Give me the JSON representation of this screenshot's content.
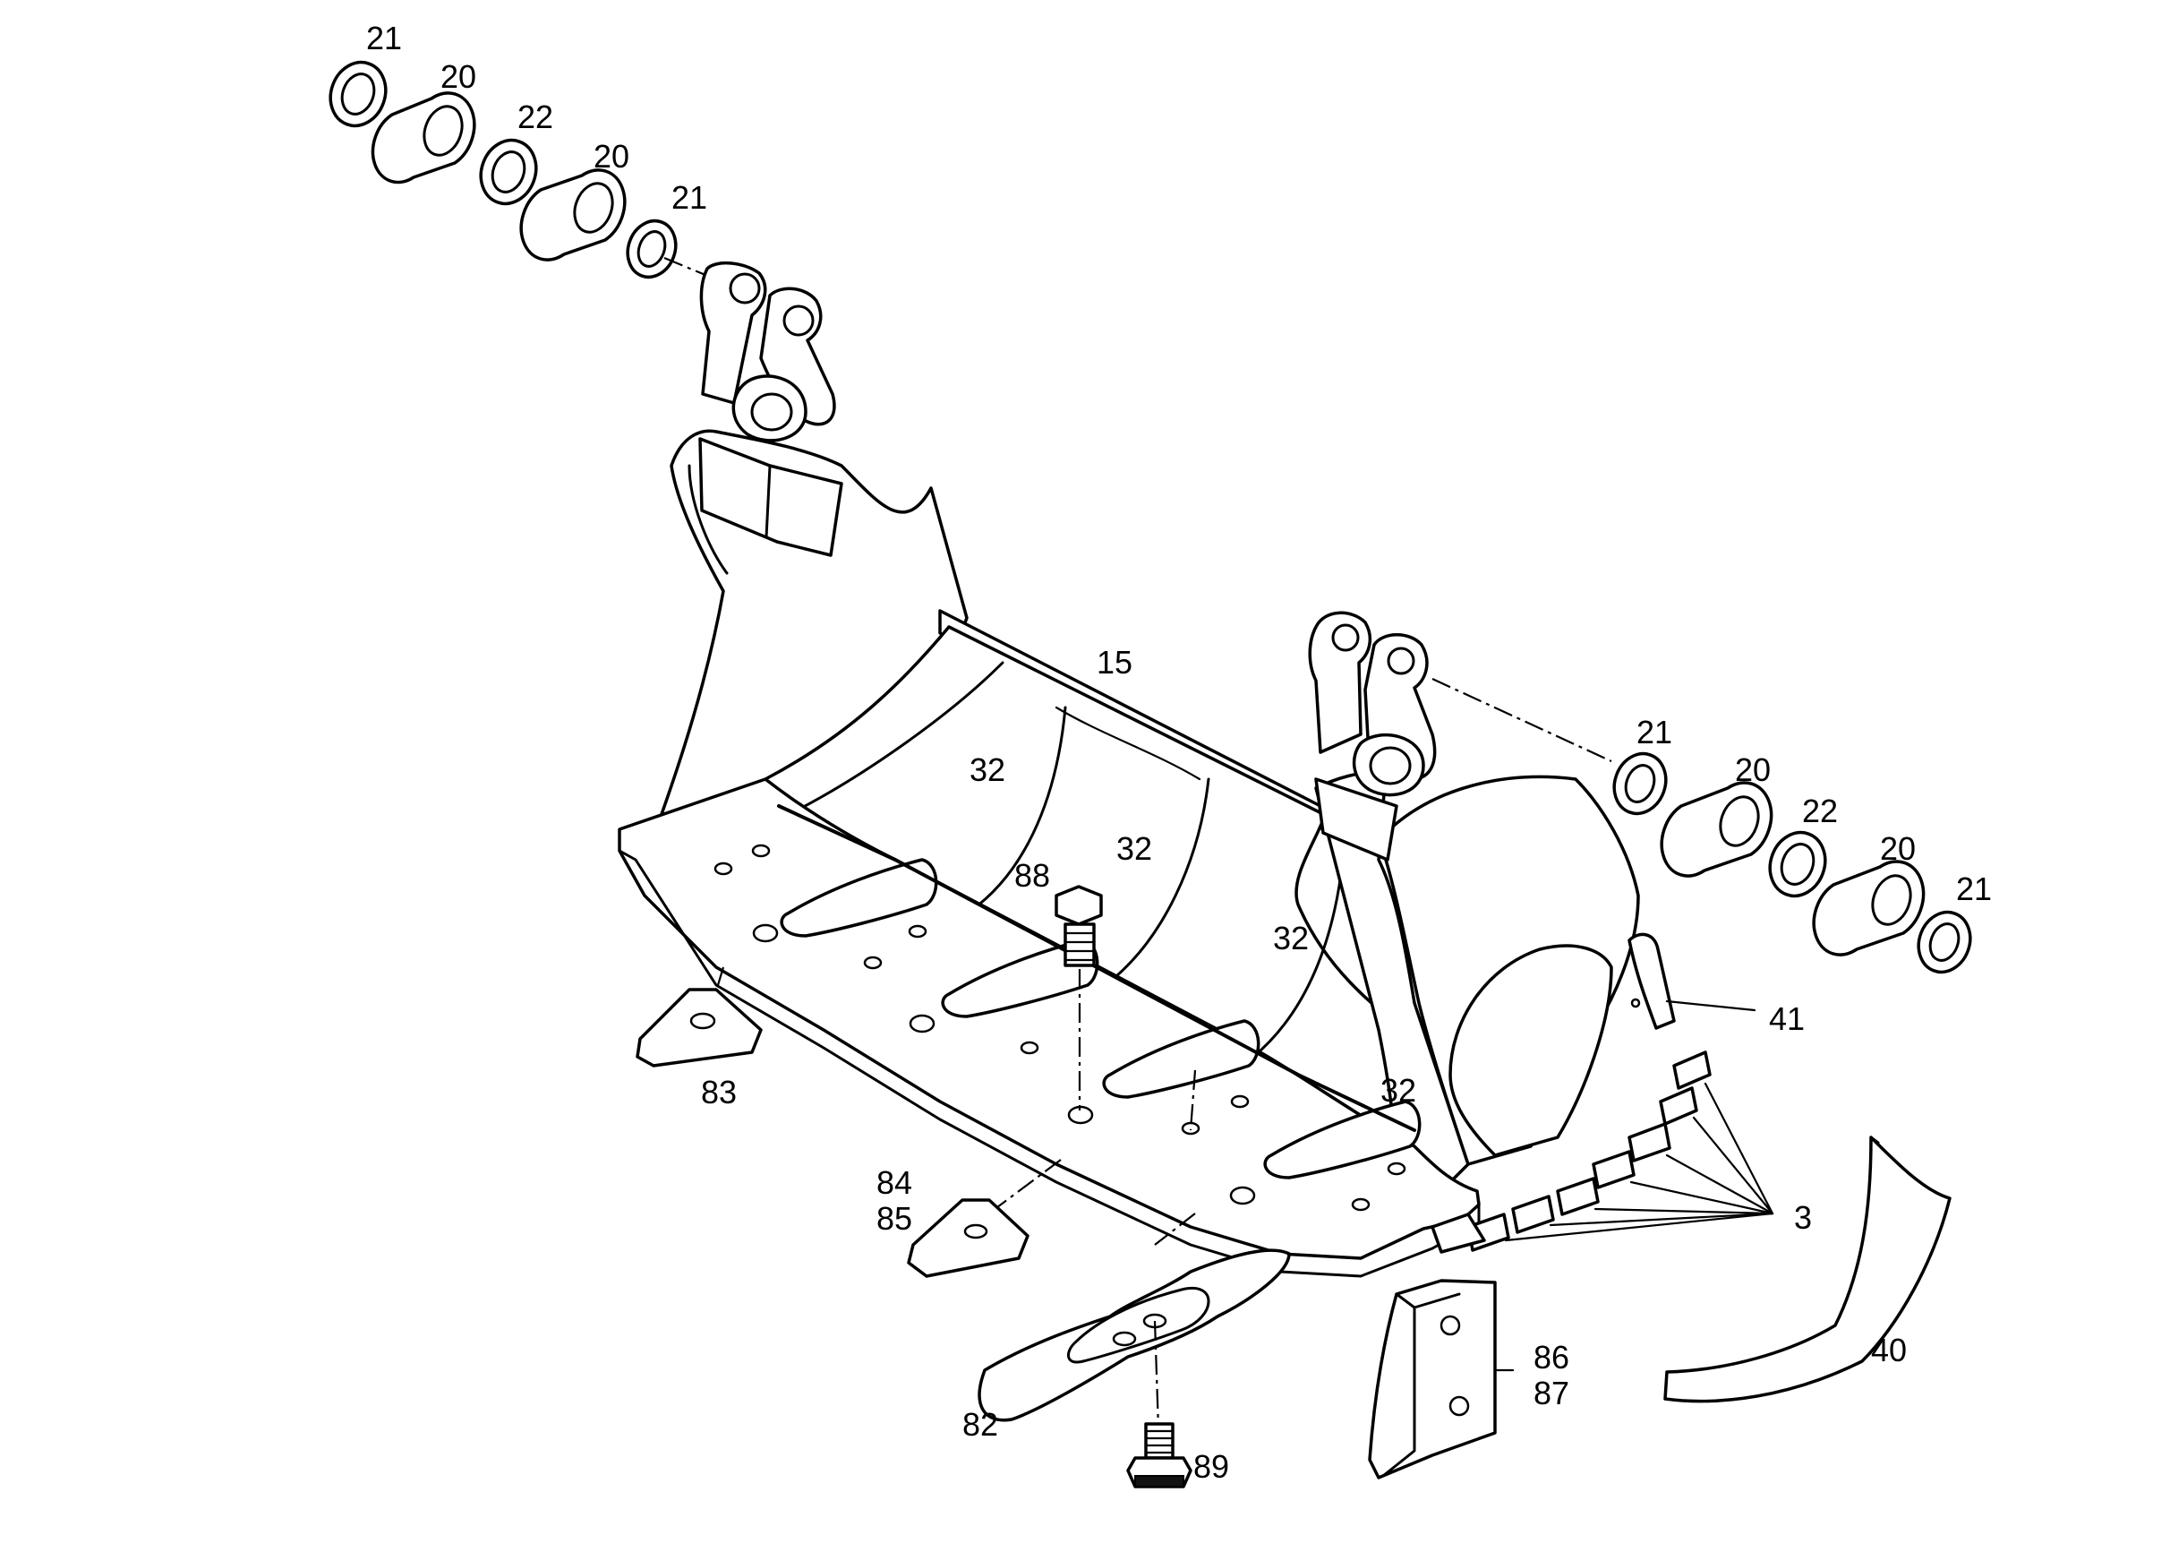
{
  "diagram": {
    "labels": {
      "bush_ring_1": "21",
      "bush_1": "20",
      "spacer_1": "22",
      "bush_2": "20",
      "bush_ring_2": "21",
      "bucket_body": "15",
      "wear_strip_1": "32",
      "wear_strip_2": "32",
      "wear_strip_3": "32",
      "wear_strip_4": "32",
      "bolt": "88",
      "bush_ring_3": "21",
      "bush_3": "20",
      "spacer_2": "22",
      "bush_4": "20",
      "bush_ring_4": "21",
      "side_cutter": "41",
      "teeth": "3",
      "wear_plate_left": "83",
      "wear_plate_mid_a": "84",
      "wear_plate_mid_b": "85",
      "cutting_edge_segment": "40",
      "heel_plate_a": "86",
      "heel_plate_b": "87",
      "wear_blade": "82",
      "screw": "89"
    }
  }
}
